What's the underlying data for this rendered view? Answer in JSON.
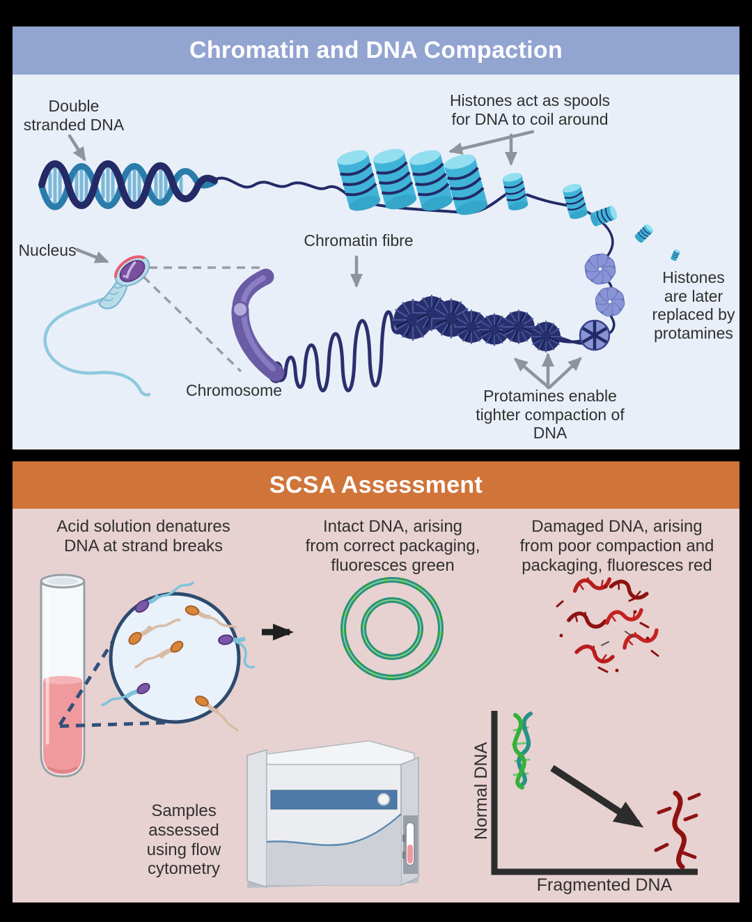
{
  "panel1": {
    "title": "Chromatin and DNA Compaction",
    "labels": {
      "double_stranded_dna": "Double\nstranded DNA",
      "histone_spools": "Histones act as spools\nfor DNA to coil around",
      "nucleus": "Nucleus",
      "chromatin_fibre": "Chromatin fibre",
      "chromosome": "Chromosome",
      "histones_replaced": "Histones\nare later\nreplaced by\nprotamines",
      "protamines": "Protamines enable\ntighter compaction of\nDNA"
    }
  },
  "panel2": {
    "title": "SCSA Assessment",
    "labels": {
      "acid_solution": "Acid solution denatures\nDNA at strand breaks",
      "intact_dna": "Intact DNA, arising\nfrom correct packaging,\nfluoresces green",
      "damaged_dna": "Damaged DNA, arising\nfrom poor compaction and\npackaging, fluoresces red",
      "flow_cytometry": "Samples\nassessed\nusing flow\ncytometry"
    },
    "graph": {
      "y_axis": "Normal DNA",
      "x_axis": "Fragmented DNA"
    }
  },
  "colors": {
    "panel1_header": "#92a4d0",
    "panel1_bg": "#e9eff8",
    "panel2_header": "#d0743a",
    "panel2_bg": "#e7d2d1",
    "dna_navy": "#232a66",
    "dna_blue": "#2a7cab",
    "histone_teal": "#3fb4d8",
    "protamine_periwinkle": "#8d9ad8",
    "chromosome_purple": "#6a5ca4",
    "sperm_blue": "#b9dcea",
    "intact_green": "#2e9e33",
    "damaged_red": "#b81c1c",
    "arrow_gray": "#8f939a",
    "arrow_black": "#1f1f1f",
    "liquid_pink": "#f09a9e"
  }
}
